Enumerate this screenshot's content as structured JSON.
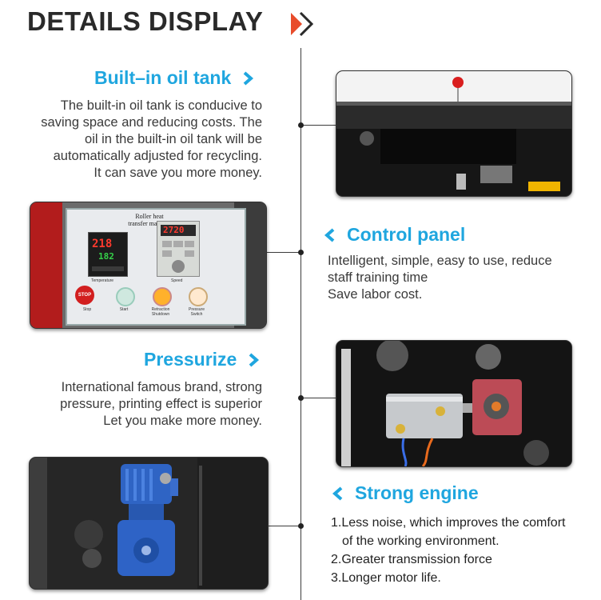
{
  "header": {
    "title": "DETAILS DISPLAY",
    "arrow_icon": "double-chevron-right-icon",
    "arrow_color": "#e84c2b"
  },
  "accent_color": "#1fa6df",
  "sections": {
    "oil_tank": {
      "title": "Built–in oil tank",
      "lines": [
        "The built-in oil tank is conducive to",
        "saving space and reducing costs. The",
        "oil in the built-in oil tank will be",
        "automatically adjusted for recycling.",
        "It can save you more money."
      ]
    },
    "control_panel": {
      "title": "Control panel",
      "lines": [
        "Intelligent, simple, easy to use, reduce",
        "staff training time",
        "Save labor cost."
      ],
      "panel": {
        "label_line1": "Roller heat",
        "label_line2": "transfer machine",
        "temp_display_top": "218",
        "temp_display_bottom": "182",
        "speed_display": "2720",
        "temperature_label": "Temperature",
        "speed_label": "Speed",
        "stop_button_text": "STOP",
        "button_labels": [
          "Stop",
          "Start",
          "Retraction Shutdown",
          "Pressure Switch"
        ]
      }
    },
    "pressurize": {
      "title": "Pressurize",
      "lines": [
        "International famous brand, strong",
        "pressure, printing effect is superior",
        "Let you make more money."
      ]
    },
    "engine": {
      "title": "Strong engine",
      "items": [
        "1.Less noise, which improves the comfort",
        "of the working environment.",
        "2.Greater transmission force",
        "3.Longer motor life."
      ]
    }
  }
}
